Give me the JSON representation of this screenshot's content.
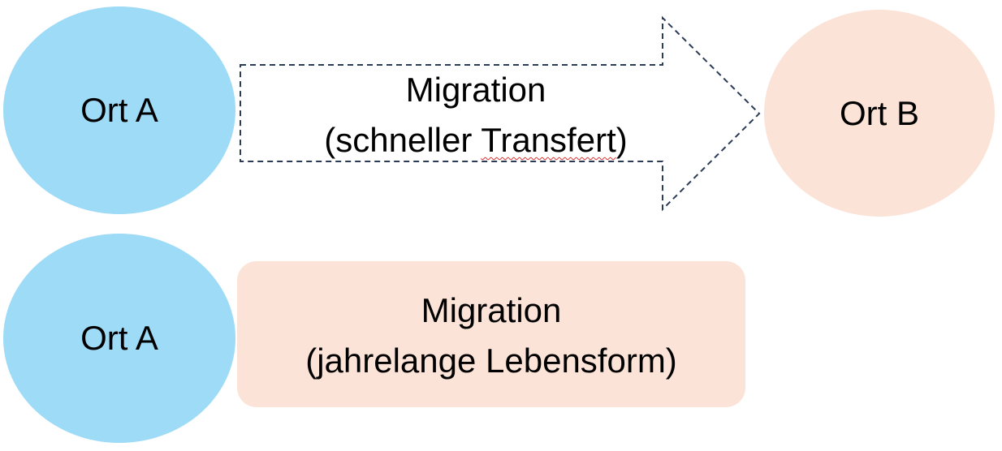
{
  "colors": {
    "node_blue": "#9ddbf7",
    "node_peach": "#fbe3d7",
    "arrow_outline": "#2b3a55"
  },
  "nodes": {
    "ort_a_top": "Ort A",
    "ort_b": "Ort B",
    "ort_a_bottom": "Ort A"
  },
  "arrow": {
    "line1": "Migration",
    "line2_open": "(schneller ",
    "line2_flagged": "Transfert",
    "line2_close": ")"
  },
  "box": {
    "line1": "Migration",
    "line2": "(jahrelange Lebensform)"
  }
}
